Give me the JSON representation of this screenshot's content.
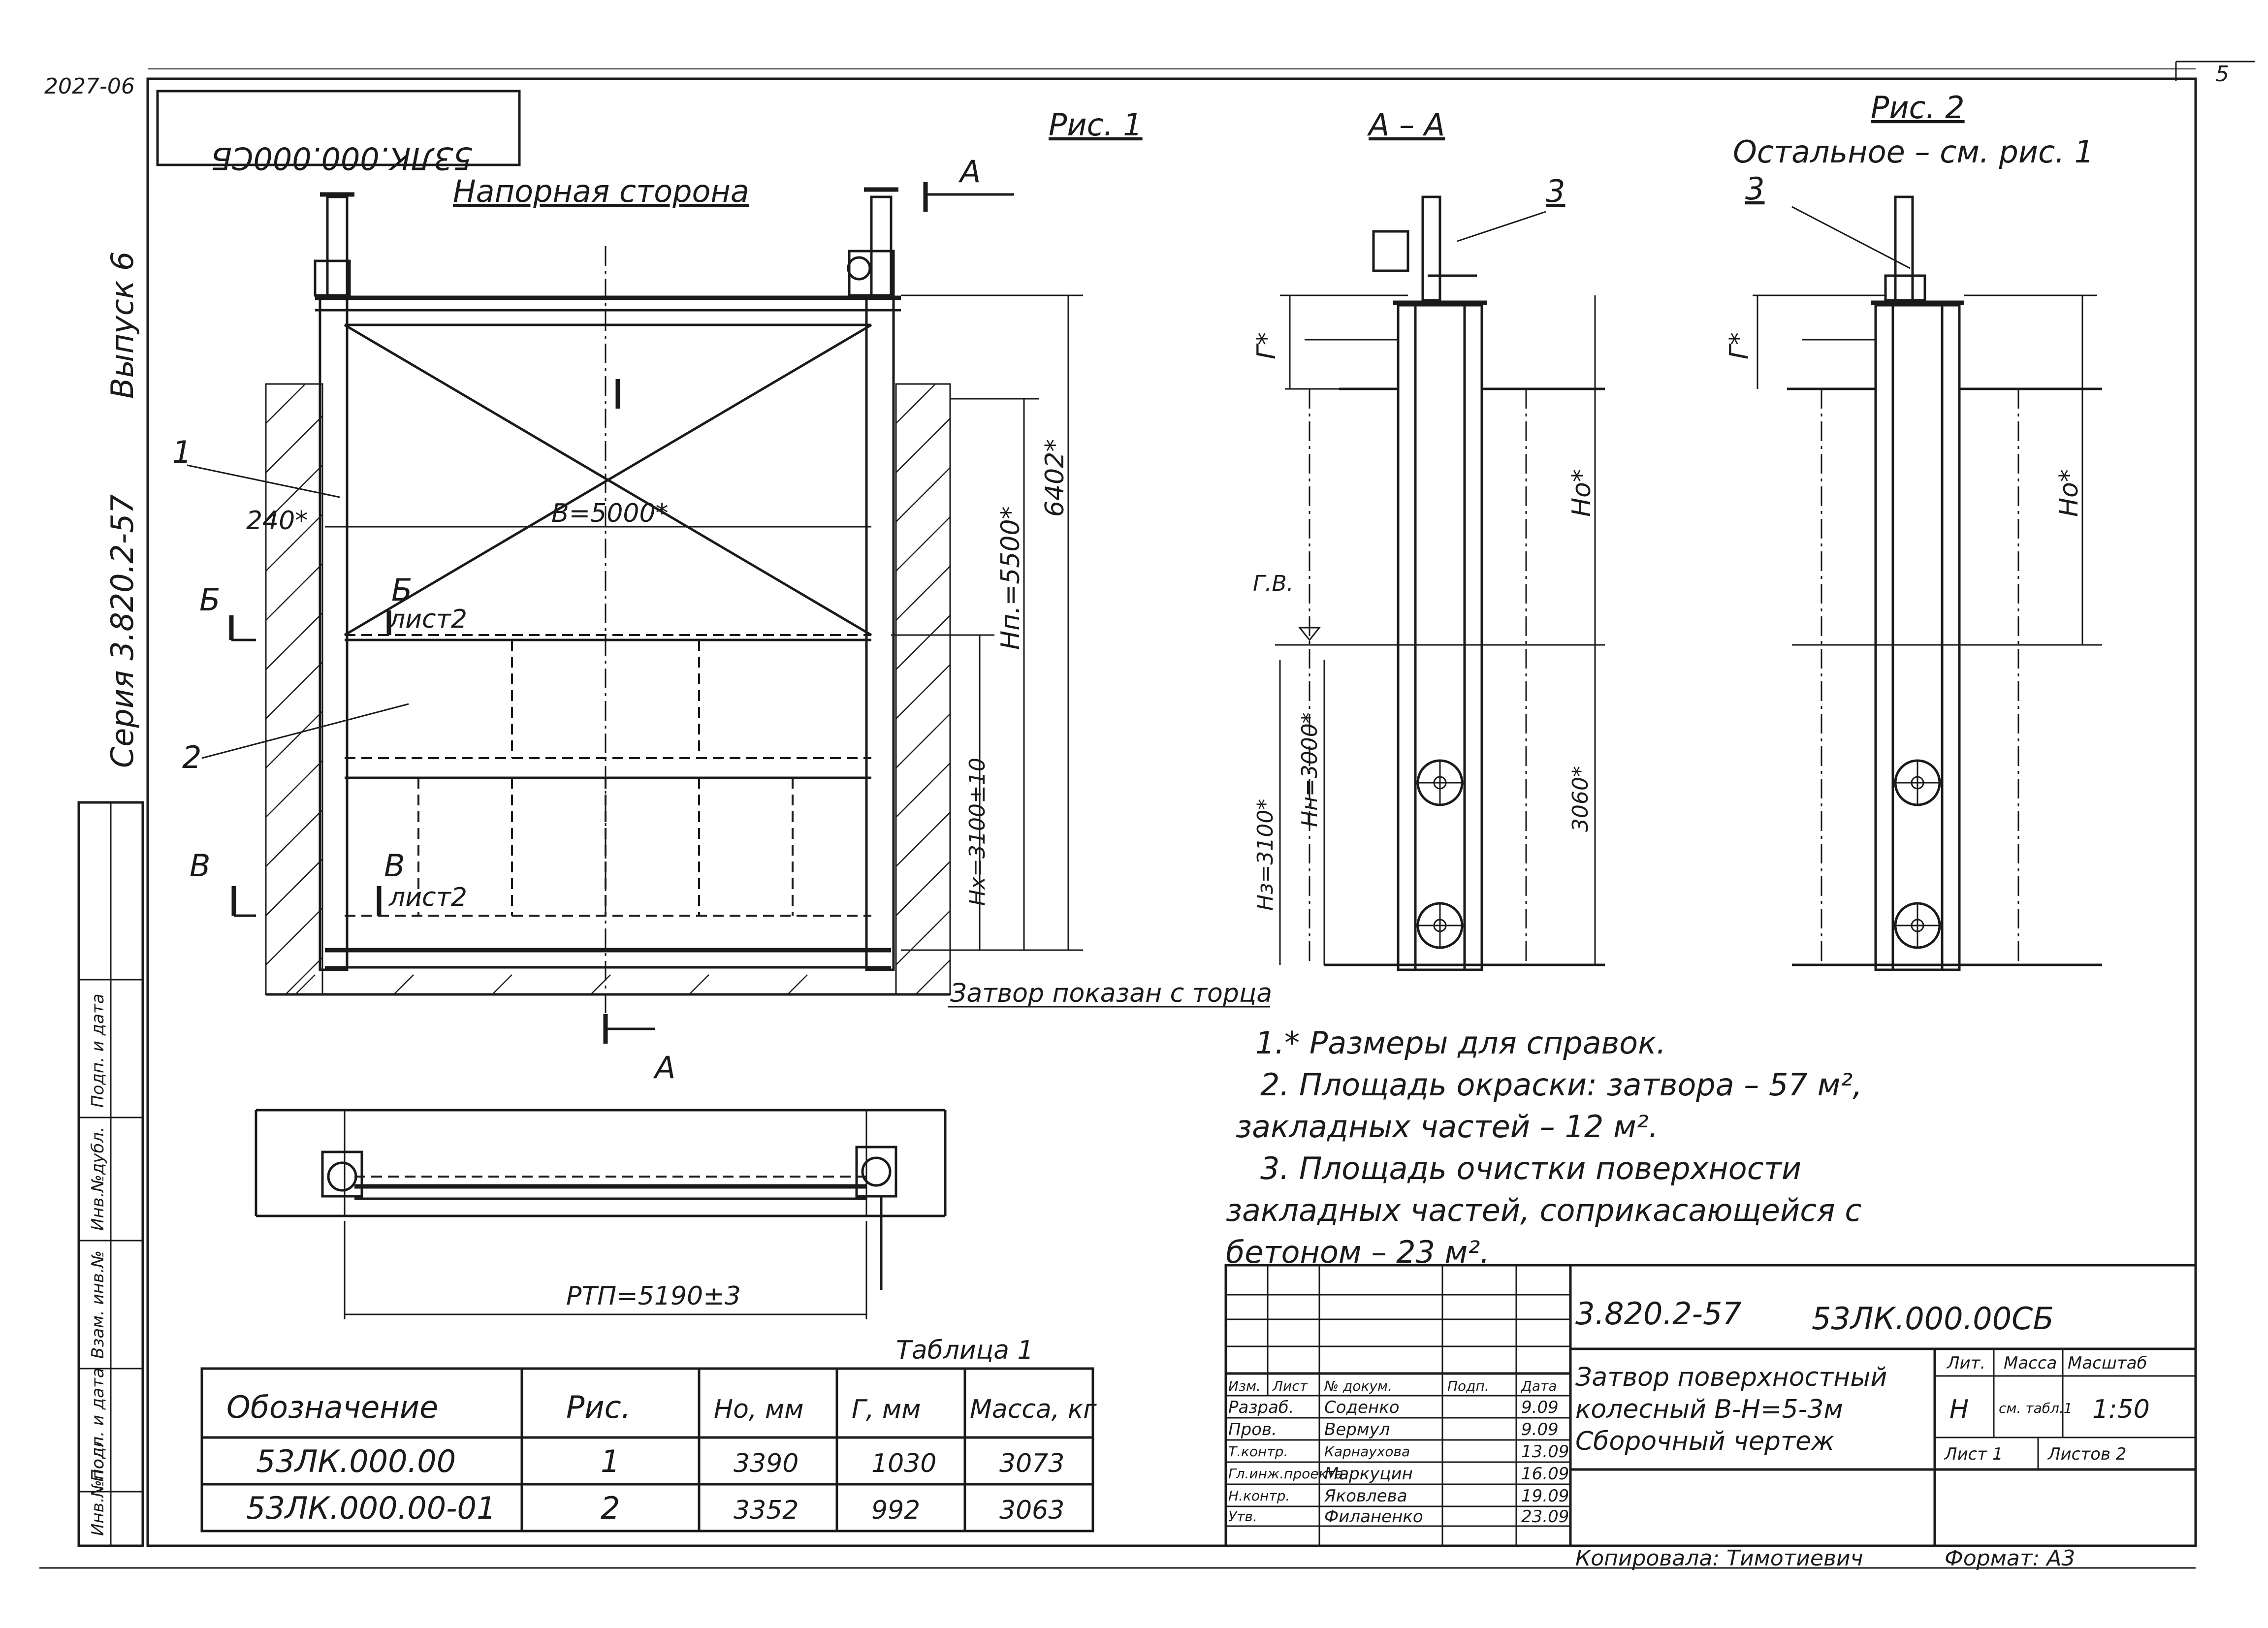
{
  "sheet": {
    "corner_code": "2027-06",
    "page_number": "5",
    "code_box": "53ЛК.000.000СБ",
    "side_series": "Серия 3.820.2-57",
    "side_issue": "Выпуск 6",
    "side_columns": [
      "Инв.№подл.",
      "Подп. и дата",
      "Взам. инв.№",
      "Инв.№дубл.",
      "Подп. и дата"
    ]
  },
  "fig1": {
    "title": "Рис. 1",
    "subtitle": "Напорная сторона",
    "section_marker": "А",
    "label_b": "Б",
    "label_v": "В",
    "sheet_ref_1": "лист2",
    "sheet_ref_2": "лист2",
    "dim_240": "240*",
    "dim_width": "В=5000*",
    "dim_hx": "Нх=3100±10",
    "dim_hn": "Нп.=5500*",
    "dim_6402": "6402*",
    "callout_1": "1",
    "callout_2": "2",
    "note_tail": "Затвор показан с торца"
  },
  "section_aa": {
    "title": "А – А",
    "callout_3": "3",
    "dim_g": "Г*",
    "dim_ho": "Но*",
    "gv": "Г.В.",
    "dim_hz": "Нз=3100*",
    "dim_hn": "Нн=3000*",
    "dim_3060": "3060*"
  },
  "fig2": {
    "title": "Рис. 2",
    "subtitle": "Остальное – см. рис. 1",
    "callout_3": "3",
    "dim_g": "Г*",
    "dim_ho": "Но*"
  },
  "plan": {
    "dim_rtp": "РТП=5190±3"
  },
  "notes": [
    "1.* Размеры для справок.",
    "2. Площадь окраски: затвора – 57 м²,",
    "закладных частей – 12 м².",
    "3. Площадь очистки поверхности",
    "закладных частей, соприкасающейся с",
    "бетоном – 23 м²."
  ],
  "table1": {
    "caption": "Таблица 1",
    "headers": [
      "Обозначение",
      "Рис.",
      "Но, мм",
      "Г, мм",
      "Масса, кг"
    ],
    "rows": [
      [
        "53ЛК.000.00",
        "1",
        "3390",
        "1030",
        "3073"
      ],
      [
        "53ЛК.000.00-01",
        "2",
        "3352",
        "992",
        "3063"
      ]
    ]
  },
  "title_block": {
    "doc_series": "3.820.2-57",
    "doc_code": "53ЛК.000.00СБ",
    "name_line1": "Затвор поверхностный",
    "name_line2": "колесный В-Н=5-3м",
    "name_line3": "Сборочный чертеж",
    "head_cols": [
      "Изм.",
      "Лист",
      "№ докум.",
      "Подп.",
      "Дата"
    ],
    "signers": [
      {
        "role": "Разраб.",
        "name": "Соденко",
        "date": "9.09"
      },
      {
        "role": "Пров.",
        "name": "Вермул",
        "date": "9.09"
      },
      {
        "role": "Т.контр.",
        "name": "Карнаухова",
        "date": "13.09"
      },
      {
        "role": "Гл.инж.проекта",
        "name": "Маркуцин",
        "date": "16.09"
      },
      {
        "role": "Н.контр.",
        "name": "Яковлева",
        "date": "19.09"
      },
      {
        "role": "Утв.",
        "name": "Филаненко",
        "date": "23.09"
      }
    ],
    "lit_label": "Лит.",
    "mass_label": "Масса",
    "scale_label": "Масштаб",
    "lit_value": "Н",
    "mass_value": "см. табл.1",
    "scale_value": "1:50",
    "sheet_label": "Лист 1",
    "sheets_label": "Листов 2",
    "copied": "Копировала: Тимотиевич",
    "format": "Формат: А3"
  }
}
